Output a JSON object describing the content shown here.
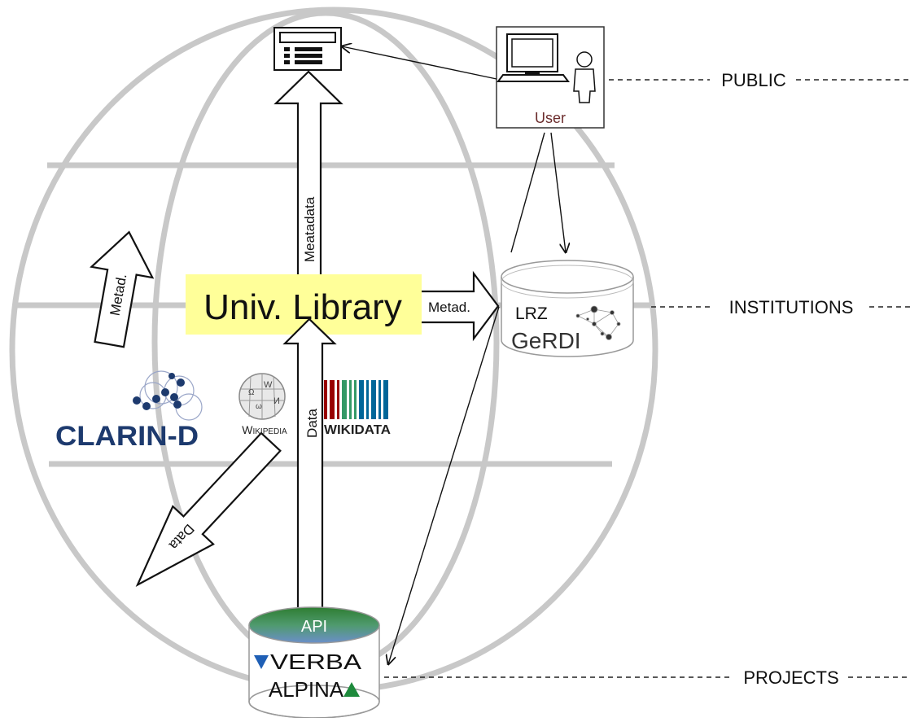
{
  "levels": {
    "public": "PUBLIC",
    "institutions": "INSTITUTIONS",
    "projects": "PROJECTS"
  },
  "library": {
    "label": "Univ. Library",
    "bg_color": "#ffff99"
  },
  "user": {
    "label": "User"
  },
  "lrz": {
    "line1": "LRZ",
    "line2": "GeRDI"
  },
  "api": {
    "label": "API"
  },
  "verba_alpina": {
    "line1": "VERBA",
    "line2": "ALPINA",
    "logo_colors": [
      "#1f5fb5",
      "#1e8a3c"
    ]
  },
  "arrows": {
    "metadata_up": "Meatadata",
    "data_up": "Data",
    "metad_right": "Metad.",
    "metad_left": "Metad.",
    "data_left": "Data"
  },
  "logos": {
    "clarin": "CLARIN-D",
    "clarin_dash_color": "#8b1a1a",
    "wikipedia": "Wikipedia",
    "wikidata": "WIKIDATA",
    "wikidata_bar_colors": [
      "#990000",
      "#339966",
      "#006699"
    ]
  },
  "icons": [
    "web-page-icon",
    "computer-icon",
    "person-icon",
    "network-graph-icon",
    "wikipedia-globe-icon",
    "clarin-molecule-icon"
  ],
  "colors": {
    "globe": "#c8c8c8",
    "api_top": "#2e7d32",
    "api_mid": "#6b8fc9"
  }
}
